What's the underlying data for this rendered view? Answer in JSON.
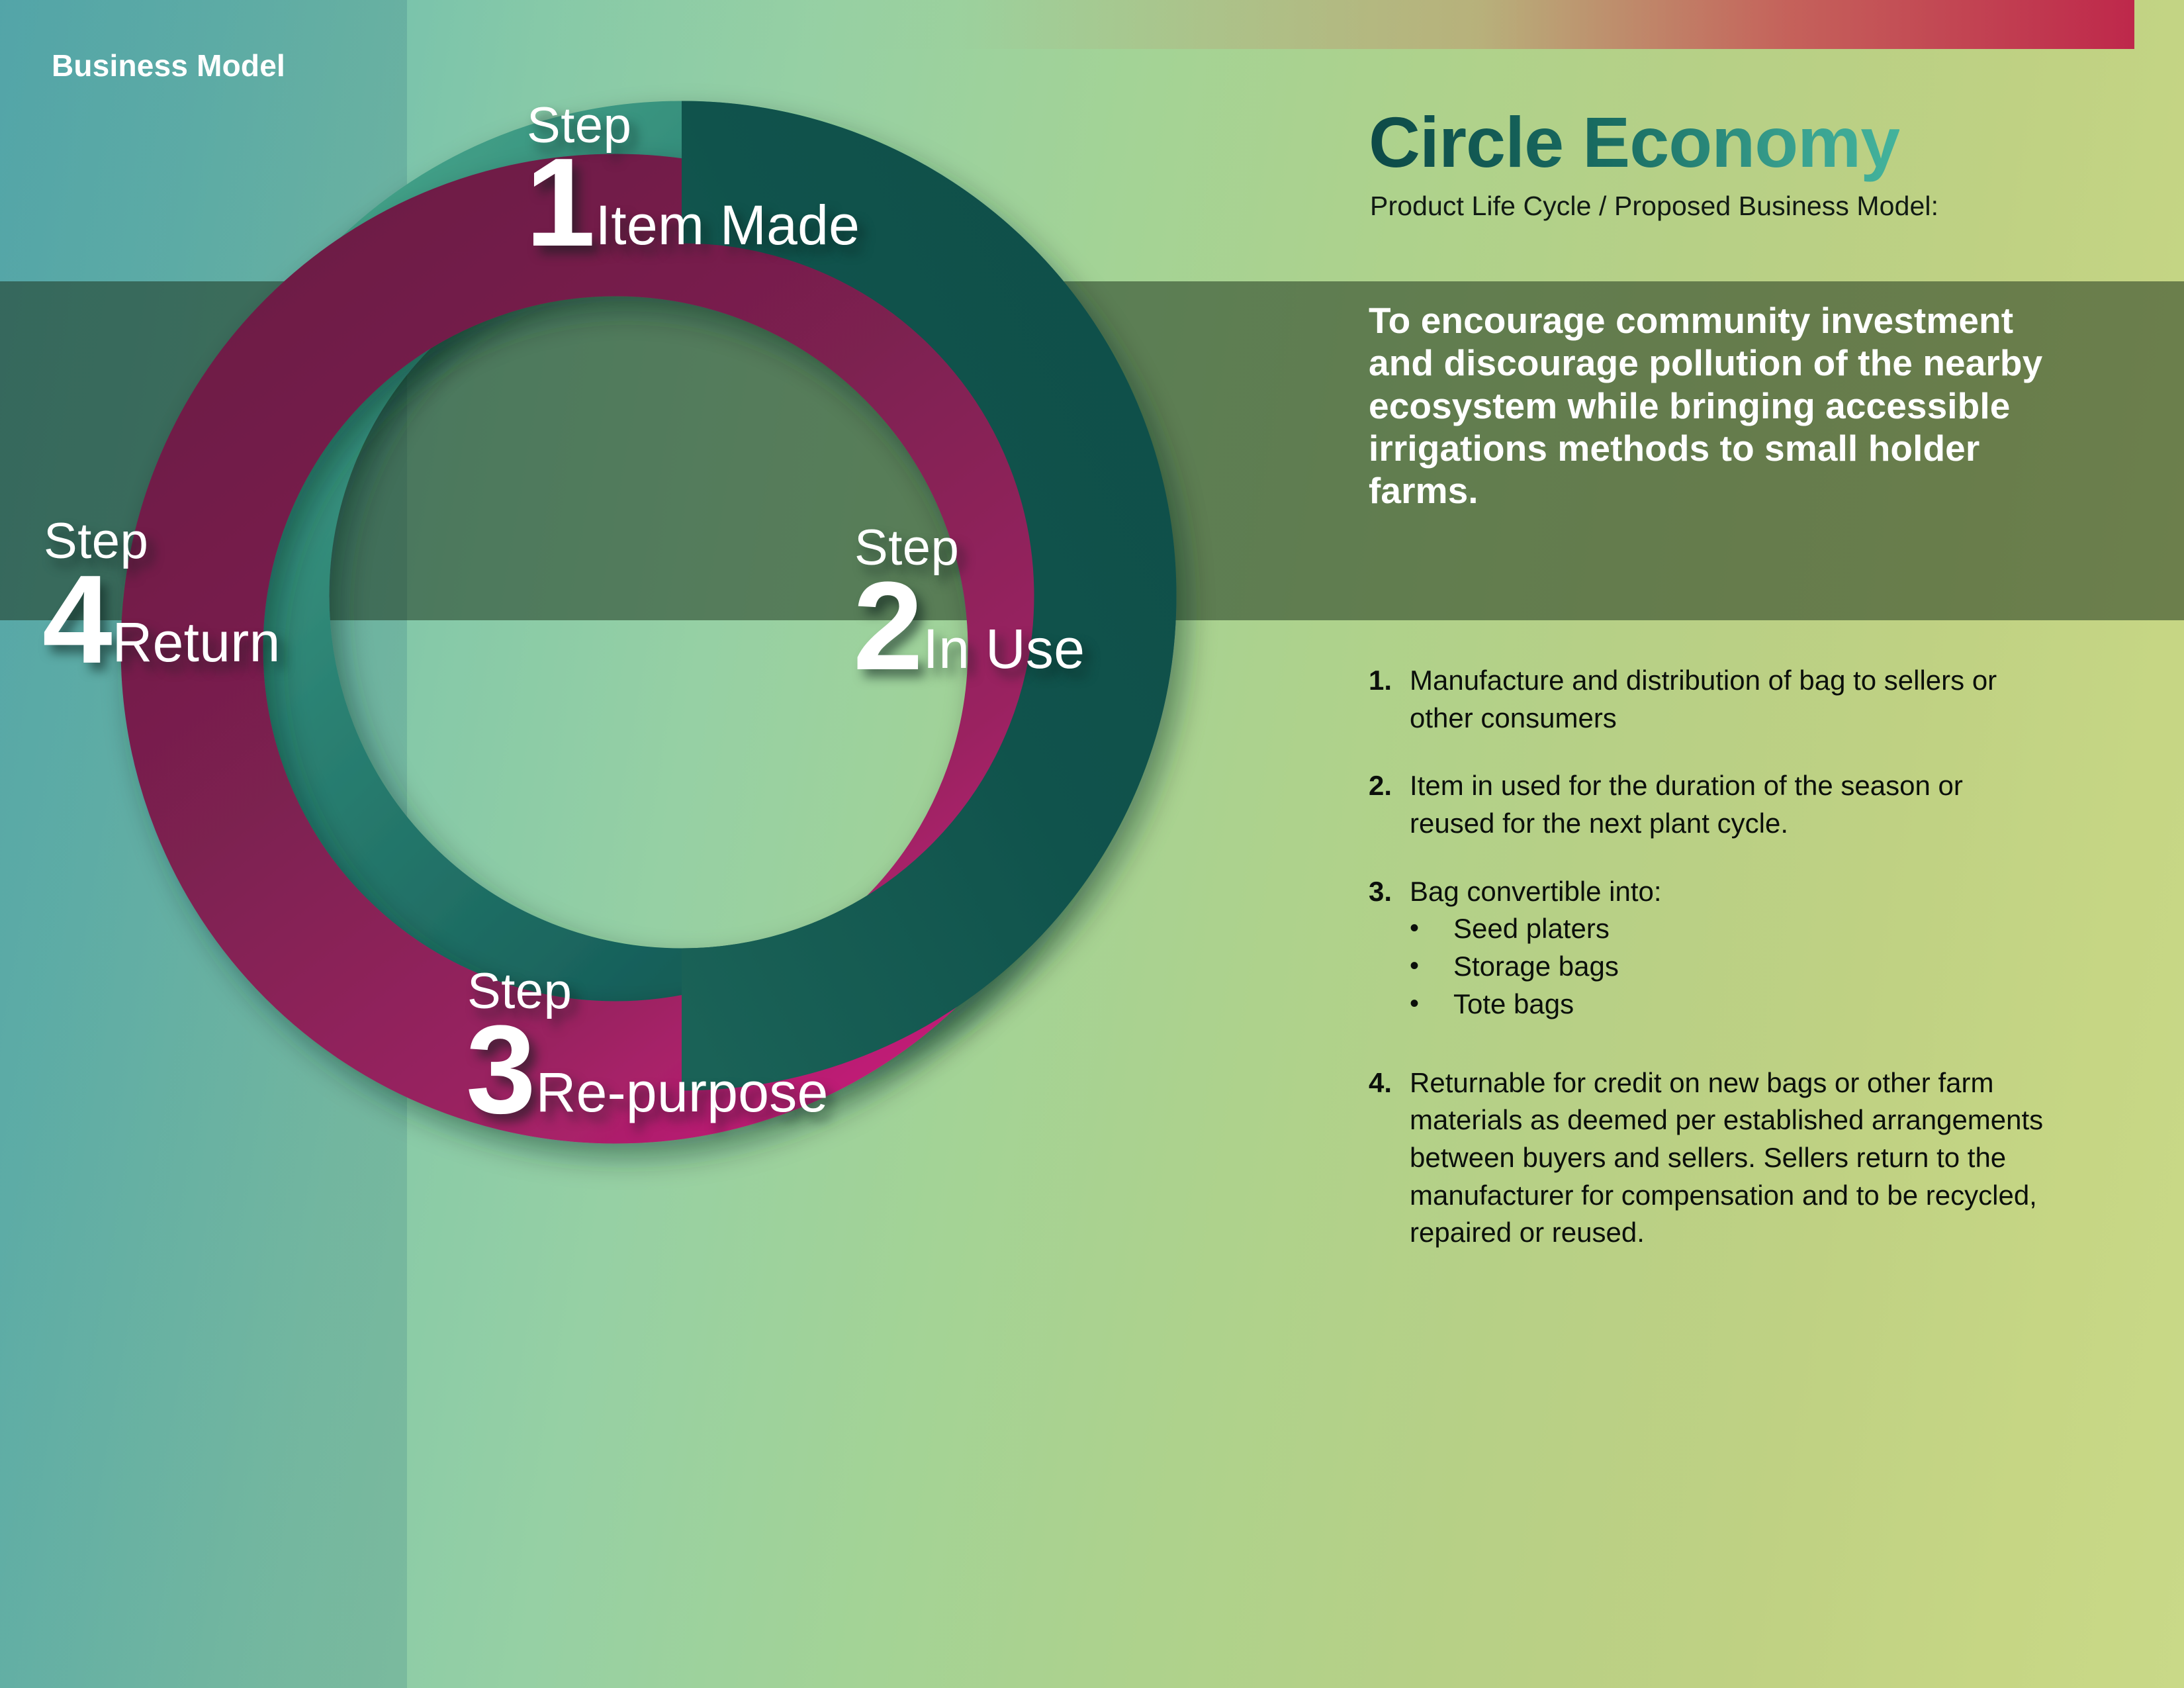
{
  "kicker": "Business Model",
  "brand": {
    "title": "Circle Economy",
    "subtitle": "Product Life Cycle / Proposed Business Model:"
  },
  "mission": "To encourage community investment and discourage pollution of the nearby ecosystem while bringing accessible irrigations methods to small holder farms.",
  "diagram": {
    "type": "cycle-ring",
    "colors": {
      "teal_dark": "#0e4a45",
      "teal_mid": "#1d6f63",
      "teal_light": "#3ea089",
      "magenta_dark": "#6e1c46",
      "magenta_mid": "#8e2357",
      "magenta_bright": "#c8187a"
    },
    "steps": [
      {
        "word": "Step",
        "number": "1",
        "name": "Item Made"
      },
      {
        "word": "Step",
        "number": "2",
        "name": "In Use"
      },
      {
        "word": "Step",
        "number": "3",
        "name": "Re-purpose"
      },
      {
        "word": "Step",
        "number": "4",
        "name": "Return"
      }
    ]
  },
  "list": {
    "items": [
      {
        "marker": "1.",
        "text": "Manufacture and distribution of bag to sellers or other consumers"
      },
      {
        "marker": "2.",
        "text": "Item in used for the duration of the season or reused for the next plant cycle."
      },
      {
        "marker": "3.",
        "text": "Bag convertible into:",
        "bullets": [
          "Seed platers",
          "Storage bags",
          "Tote bags"
        ]
      },
      {
        "marker": "4.",
        "text": "Returnable for credit on new bags or other farm materials as deemed per established arrangements between buyers and sellers. Sellers return to the manufacturer for compensation and to be recycled, repaired or reused."
      }
    ],
    "bullet_glyph": "•"
  }
}
